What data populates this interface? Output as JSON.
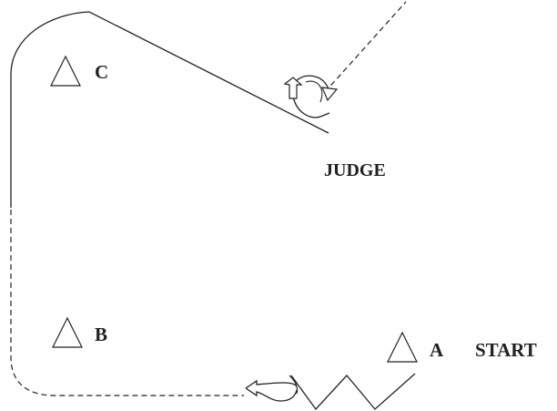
{
  "diagram": {
    "markers": [
      {
        "id": "A",
        "label": "A"
      },
      {
        "id": "B",
        "label": "B"
      },
      {
        "id": "C",
        "label": "C"
      }
    ],
    "start_label": "START",
    "judge_label": "JUDGE",
    "colors": {
      "stroke": "#222222",
      "background": "#ffffff"
    }
  }
}
